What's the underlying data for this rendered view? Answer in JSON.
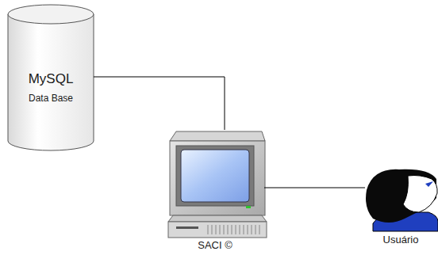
{
  "diagram": {
    "nodes": [
      {
        "text": [
          "MySQL",
          "Data Base"
        ]
      },
      {
        "text": [
          "SACI ©"
        ]
      },
      {
        "text": [
          "Usuário"
        ]
      }
    ],
    "edges": [
      {
        "from": 0,
        "to": 1,
        "arrow": "none"
      },
      {
        "from": 1,
        "to": 2,
        "arrow": "none"
      }
    ]
  }
}
